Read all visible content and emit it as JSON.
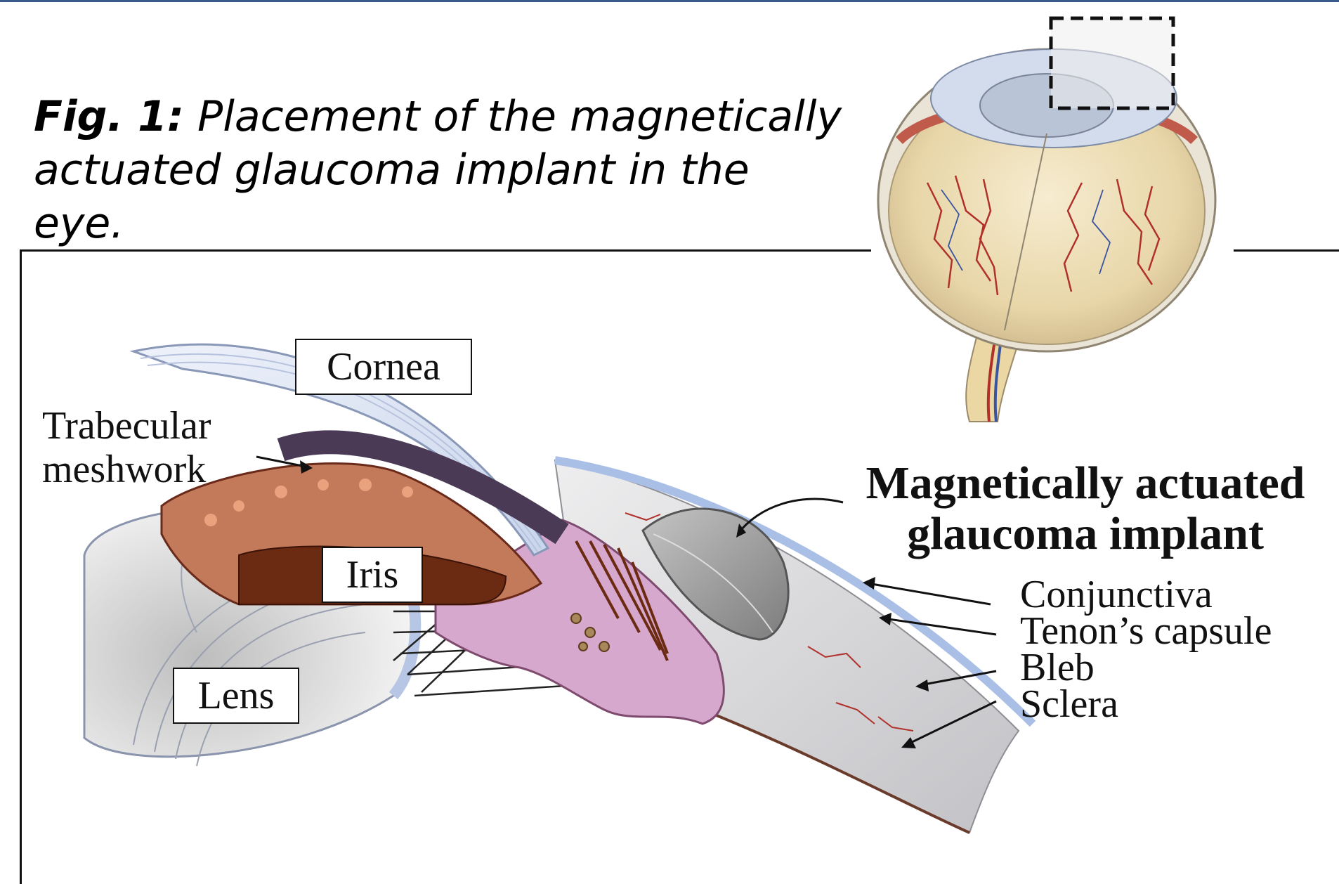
{
  "caption": {
    "fig_label": "Fig. 1:",
    "text": " Placement of the magnetically actuated glaucoma implant in the eye."
  },
  "labels": {
    "cornea": "Cornea",
    "trabecular_1": "Trabecular",
    "trabecular_2": "meshwork",
    "iris": "Iris",
    "lens": "Lens",
    "implant_1": "Magnetically actuated",
    "implant_2": "glaucoma implant",
    "conjunctiva": "Conjunctiva",
    "tenon": "Tenon’s capsule",
    "bleb": "Bleb",
    "sclera": "Sclera"
  },
  "colors": {
    "cornea": "#dfe6f3",
    "iris": "#a85a3a",
    "iris_dark": "#6b2a12",
    "ciliary": "#c98bbd",
    "sclera": "#d9d9dc",
    "conjunctiva": "#a9bfe6",
    "implant": "#9e9e9e",
    "eyeball": "#e9dcb6",
    "vessel": "#b0302a"
  }
}
